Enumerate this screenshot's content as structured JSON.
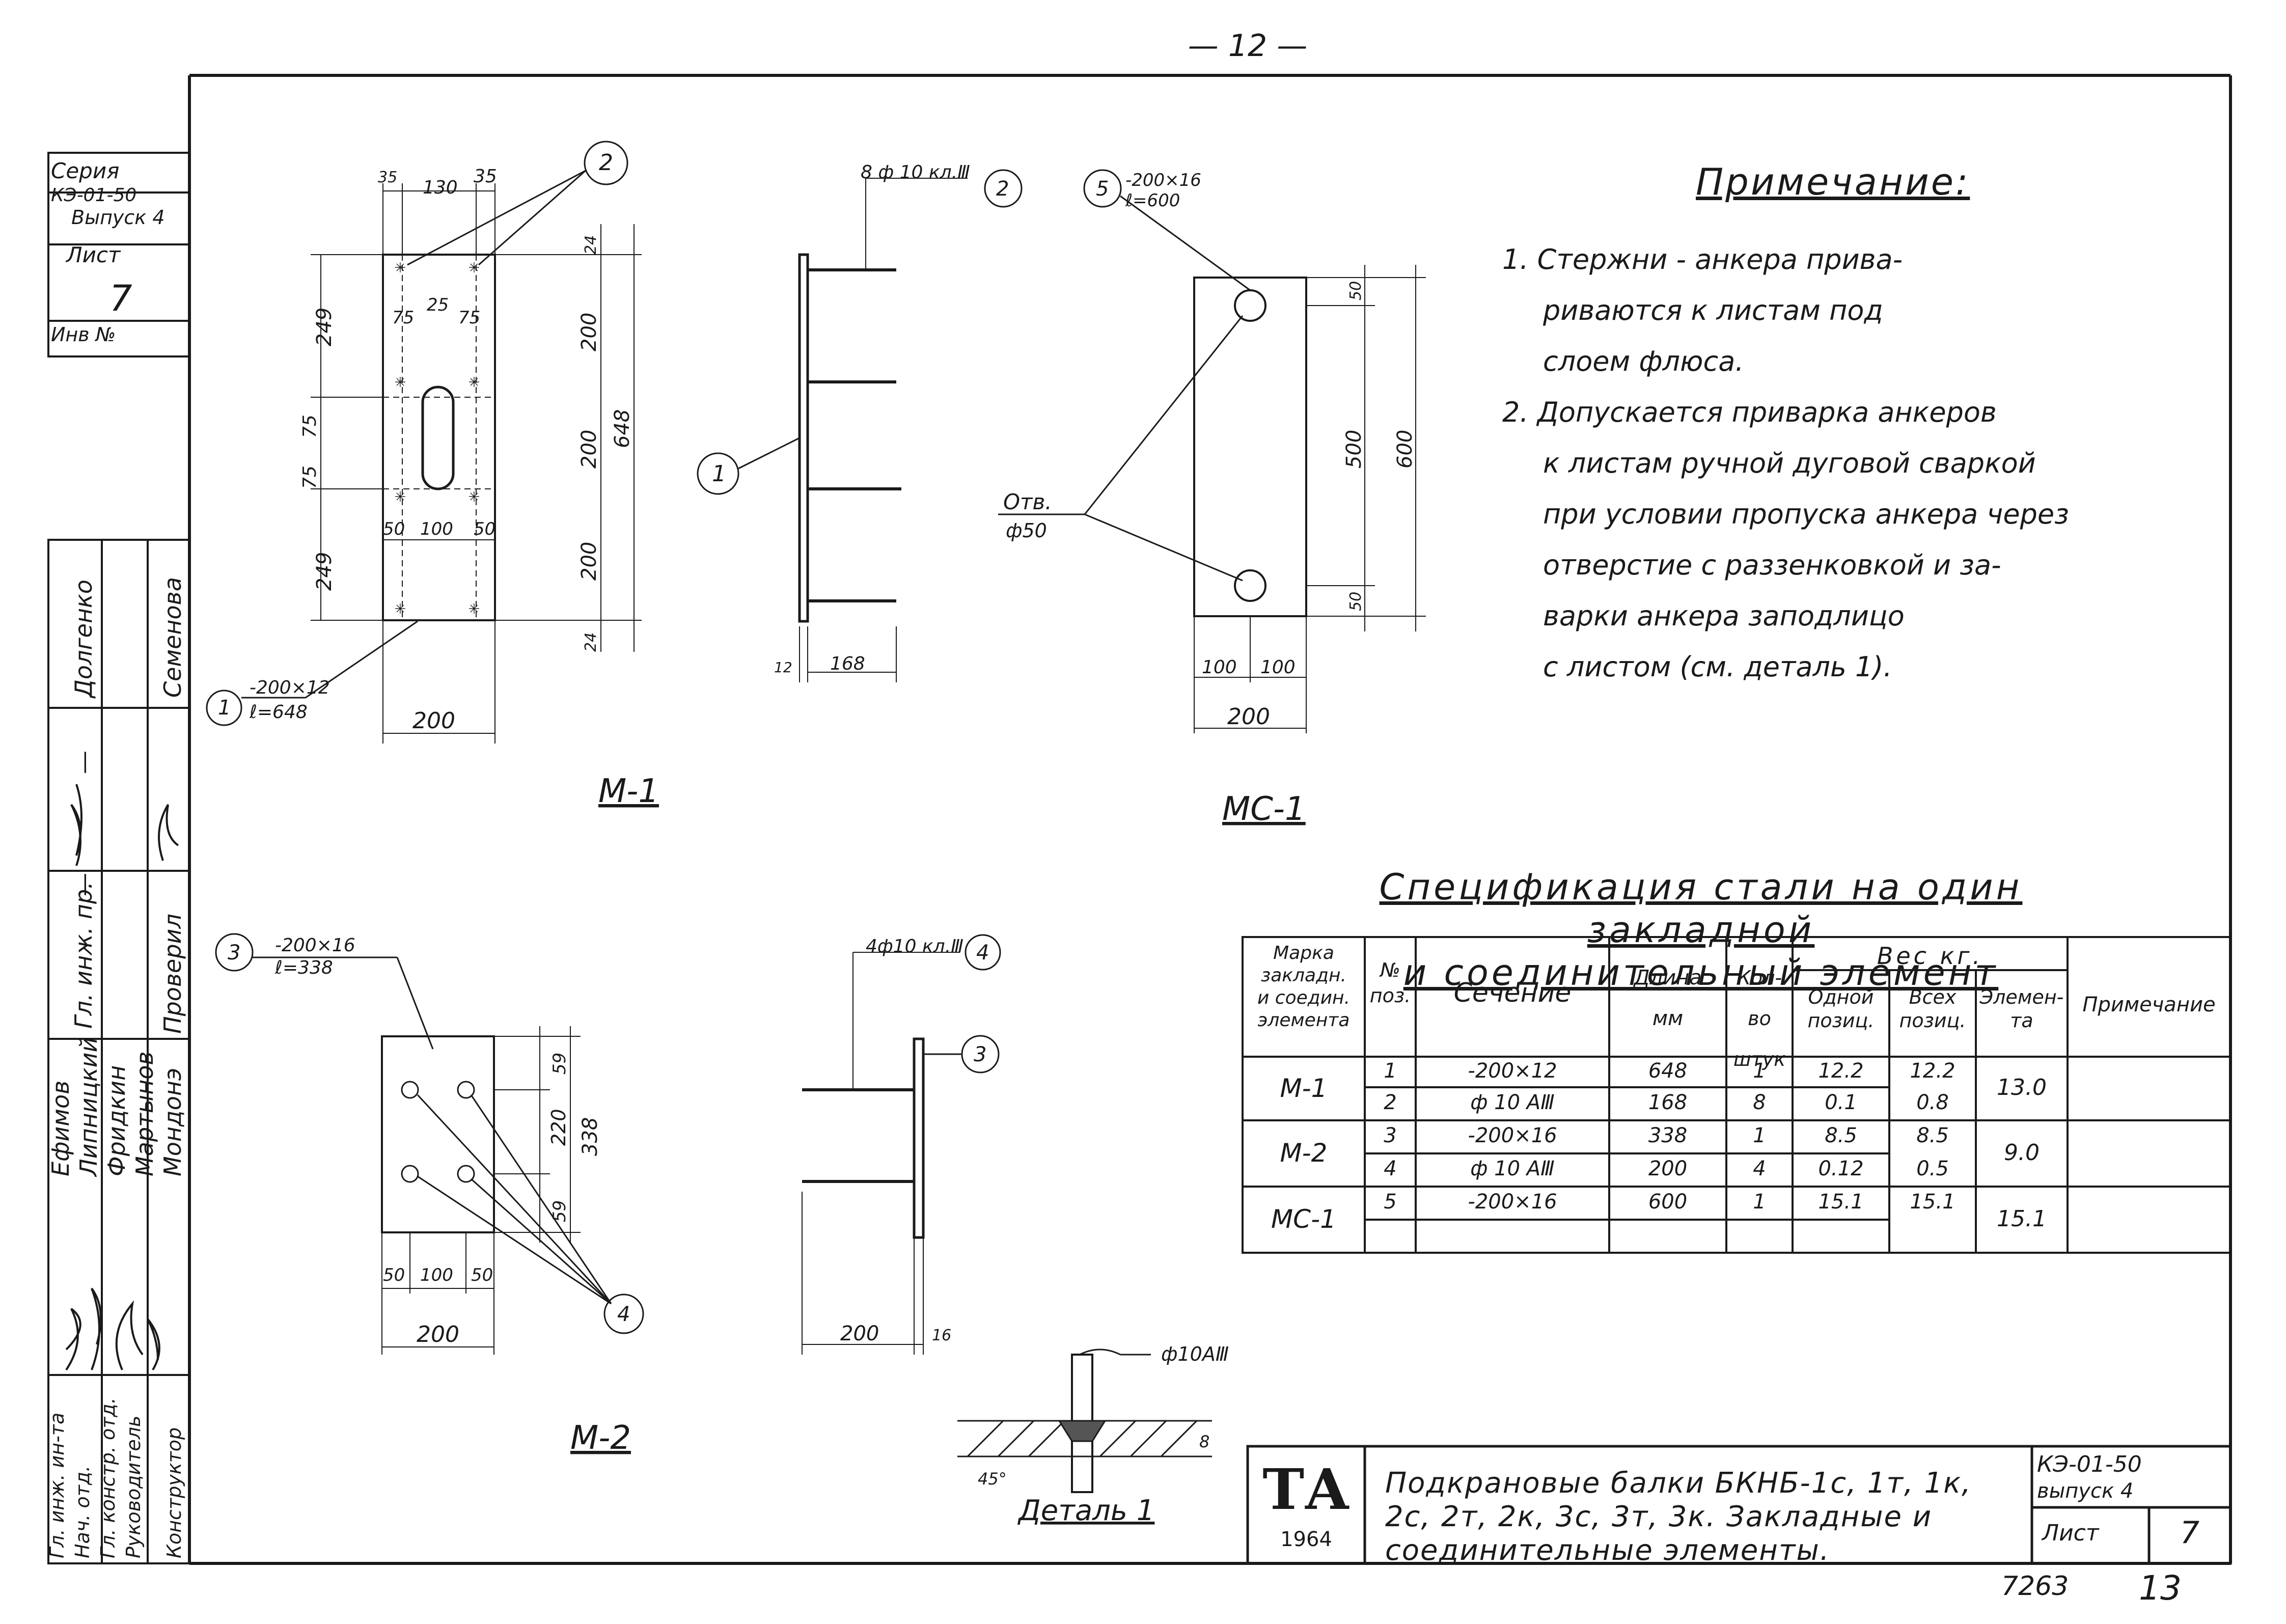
{
  "page_number": "— 12 —",
  "sheet_footer": {
    "inventory": "7263",
    "page": "13"
  },
  "side_stamp": {
    "series_label": "Серия",
    "series_code": "КЭ-01-50",
    "issue": "Выпуск 4",
    "sheet_label": "Лист",
    "sheet_number": "7",
    "inv_label": "Инв №",
    "names_col1": [
      "Долгенко",
      "—",
      "—",
      "Гл. инж. пр.",
      "Ефимов",
      "Липницкий",
      "Фридкин",
      "Мартынов",
      "Мондонэ"
    ],
    "checker": "Семенова",
    "check_label": "Проверил",
    "roles": [
      "Гл. инж. ин-та",
      "Нач. отд.",
      "Гл. констр. отд.",
      "Руководитель",
      "Конструктор"
    ]
  },
  "drawings": {
    "m1": {
      "label": "М-1",
      "dims_top": [
        "35",
        "130",
        "35"
      ],
      "dims_mid": [
        "75",
        "25",
        "75"
      ],
      "dims_left": [
        "249",
        "75",
        "75",
        "249"
      ],
      "dims_right": [
        "24",
        "200",
        "200",
        "200",
        "24"
      ],
      "total_height": "648",
      "dims_bottom": [
        "50",
        "100",
        "50"
      ],
      "width": "200",
      "plate_label": "-200×12",
      "plate_length": "ℓ=648",
      "pos_plate": "1",
      "pos_bar": "2"
    },
    "m1_side": {
      "bar_label": "8 ф 10 кл.Ⅲ",
      "pos_bar": "2",
      "pos_plate": "1",
      "thick": "12",
      "length": "168"
    },
    "mc1": {
      "label": "МС-1",
      "plate_label": "-200×16",
      "plate_length": "ℓ=600",
      "pos": "5",
      "hole_label": "Отв.",
      "hole_dia": "ф50",
      "dims_right": [
        "50",
        "500",
        "50"
      ],
      "total_height": "600",
      "dims_bottom": [
        "100",
        "100"
      ],
      "width": "200"
    },
    "m2": {
      "label": "М-2",
      "plate_label": "-200×16",
      "plate_length": "ℓ=338",
      "pos_plate": "3",
      "pos_bar": "4",
      "dims_right": [
        "59",
        "220",
        "59"
      ],
      "total_height": "338",
      "dims_bottom": [
        "50",
        "100",
        "50"
      ],
      "width": "200"
    },
    "m2_side": {
      "bar_label": "4ф10 кл.Ⅲ",
      "pos_bar": "4",
      "pos_plate": "3",
      "length": "200",
      "thick": "16"
    },
    "detail": {
      "label": "Деталь 1",
      "bar_label": "ф10АⅢ",
      "angle": "45°",
      "weld": "8"
    }
  },
  "notes": {
    "title": "Примечание:",
    "lines": [
      "1. Стержни - анкера прива-",
      "риваются к листам под",
      "слоем флюса.",
      "2. Допускается приварка анкеров",
      "к листам ручной дуговой сваркой",
      "при условии пропуска анкера через",
      "отверстие с раззенковкой и за-",
      "варки анкера заподлицо",
      "с листом (см. деталь 1)."
    ]
  },
  "spec": {
    "title_line1": "Спецификация стали на один закладной",
    "title_line2": "и соединительный элемент",
    "headers": {
      "mark": [
        "Марка",
        "закладн.",
        "и соедин.",
        "элемента"
      ],
      "pos": [
        "№",
        "поз."
      ],
      "section": "Сечение",
      "length": [
        "Длина",
        "мм"
      ],
      "count": [
        "Кол-во",
        "штук"
      ],
      "weight": "Вес кг.",
      "one": [
        "Одной",
        "позиц."
      ],
      "all": [
        "Всех",
        "позиц."
      ],
      "element": [
        "Элемен-",
        "та"
      ],
      "note": "Примечание"
    },
    "groups": [
      {
        "mark": "М-1",
        "element": "13.0",
        "rows": [
          {
            "pos": "1",
            "section": "-200×12",
            "length": "648",
            "count": "1",
            "one": "12.2",
            "all": "12.2"
          },
          {
            "pos": "2",
            "section": "ф 10 АⅢ",
            "length": "168",
            "count": "8",
            "one": "0.1",
            "all": "0.8"
          }
        ]
      },
      {
        "mark": "М-2",
        "element": "9.0",
        "rows": [
          {
            "pos": "3",
            "section": "-200×16",
            "length": "338",
            "count": "1",
            "one": "8.5",
            "all": "8.5"
          },
          {
            "pos": "4",
            "section": "ф 10 АⅢ",
            "length": "200",
            "count": "4",
            "one": "0.12",
            "all": "0.5"
          }
        ]
      },
      {
        "mark": "МС-1",
        "element": "15.1",
        "rows": [
          {
            "pos": "5",
            "section": "-200×16",
            "length": "600",
            "count": "1",
            "one": "15.1",
            "all": "15.1"
          },
          {
            "pos": "",
            "section": "",
            "length": "",
            "count": "",
            "one": "",
            "all": ""
          }
        ]
      }
    ]
  },
  "title_block": {
    "logo": "ТА",
    "year": "1964",
    "title": "Подкрановые балки БКНБ-1с, 1т, 1к, 2с, 2т, 2к, 3с, 3т, 3к. Закладные и соединительные элементы.",
    "code": "КЭ-01-50",
    "issue": "выпуск 4",
    "sheet_label": "Лист",
    "sheet": "7"
  }
}
